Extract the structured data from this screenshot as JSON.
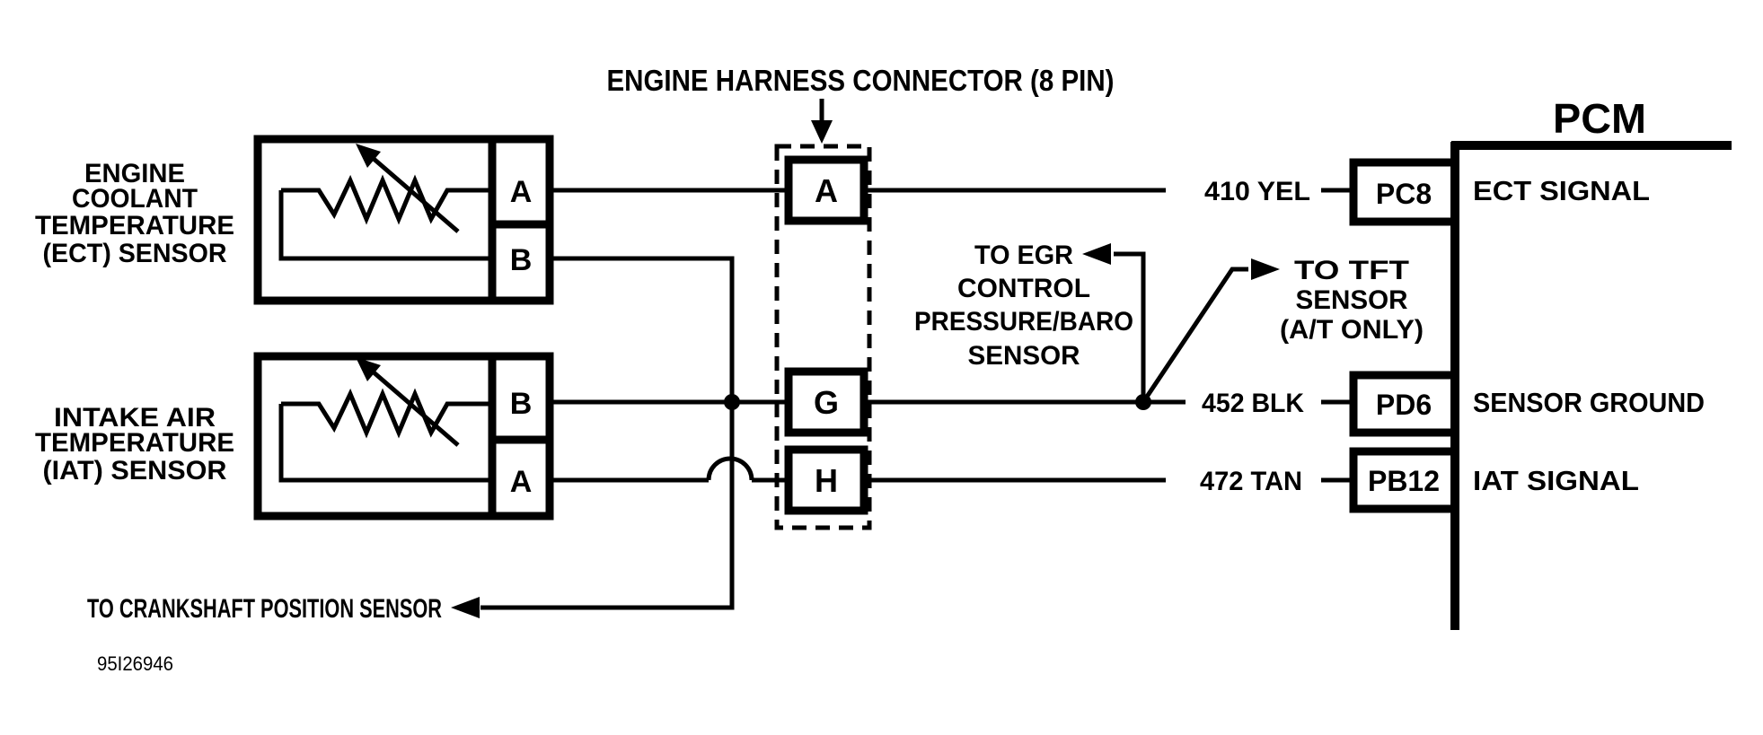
{
  "header": {
    "title": "ENGINE HARNESS CONNECTOR (8 PIN)"
  },
  "pcm": {
    "title": "PCM"
  },
  "sensors": {
    "ect": {
      "name_lines": [
        "ENGINE",
        "COOLANT",
        "TEMPERATURE",
        "(ECT) SENSOR"
      ],
      "pin_top": "A",
      "pin_bottom": "B"
    },
    "iat": {
      "name_lines": [
        "INTAKE AIR",
        "TEMPERATURE",
        "(IAT) SENSOR"
      ],
      "pin_top": "B",
      "pin_bottom": "A"
    }
  },
  "connector": {
    "pins": [
      "A",
      "G",
      "H"
    ]
  },
  "wires": [
    {
      "label": "410 YEL",
      "pcm_pin": "PC8",
      "pcm_signal": "ECT SIGNAL"
    },
    {
      "label": "452 BLK",
      "pcm_pin": "PD6",
      "pcm_signal": "SENSOR GROUND"
    },
    {
      "label": "472 TAN",
      "pcm_pin": "PB12",
      "pcm_signal": "IAT SIGNAL"
    }
  ],
  "annotations": {
    "egr_lines": [
      "TO EGR",
      "CONTROL",
      "PRESSURE/BARO",
      "SENSOR"
    ],
    "tft_lines": [
      "TO TFT",
      "SENSOR",
      "(A/T ONLY)"
    ],
    "crankshaft": "TO CRANKSHAFT POSITION SENSOR"
  },
  "footer": {
    "figure_id": "95I26946"
  },
  "colors": {
    "ink": "#000000",
    "paper": "#ffffff"
  }
}
